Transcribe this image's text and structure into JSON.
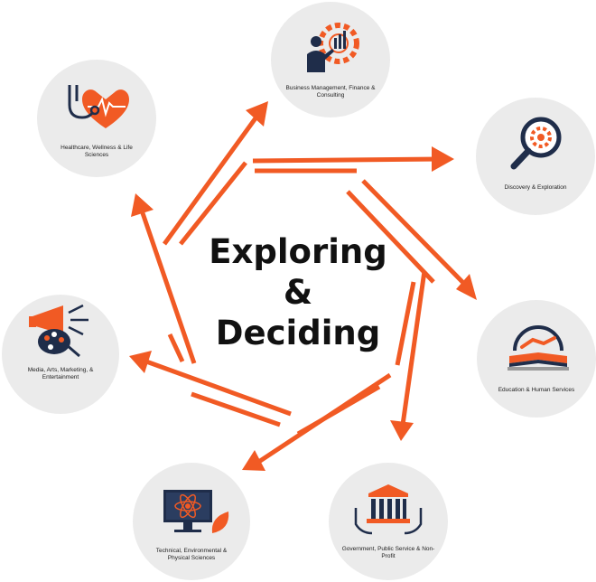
{
  "center": {
    "line1": "Exploring",
    "line2": "&",
    "line3": "Deciding"
  },
  "colors": {
    "accent": "#f15a24",
    "navy": "#1f2d4a",
    "circle": "#ebebeb",
    "text": "#111111"
  },
  "careers": [
    {
      "label": "Business Management, Finance & Consulting",
      "icon": "presenter-gear-icon"
    },
    {
      "label": "Discovery & Exploration",
      "icon": "magnifier-gear-icon"
    },
    {
      "label": "Education & Human Services",
      "icon": "handshake-book-icon"
    },
    {
      "label": "Government, Public Service & Non-Profit",
      "icon": "government-building-hands-icon"
    },
    {
      "label": "Technical, Environmental & Physical Sciences",
      "icon": "monitor-atom-leaf-icon"
    },
    {
      "label": "Media, Arts, Marketing, & Entertainment",
      "icon": "megaphone-palette-icon"
    },
    {
      "label": "Healthcare, Wellness & Life Sciences",
      "icon": "heart-stethoscope-icon"
    }
  ]
}
